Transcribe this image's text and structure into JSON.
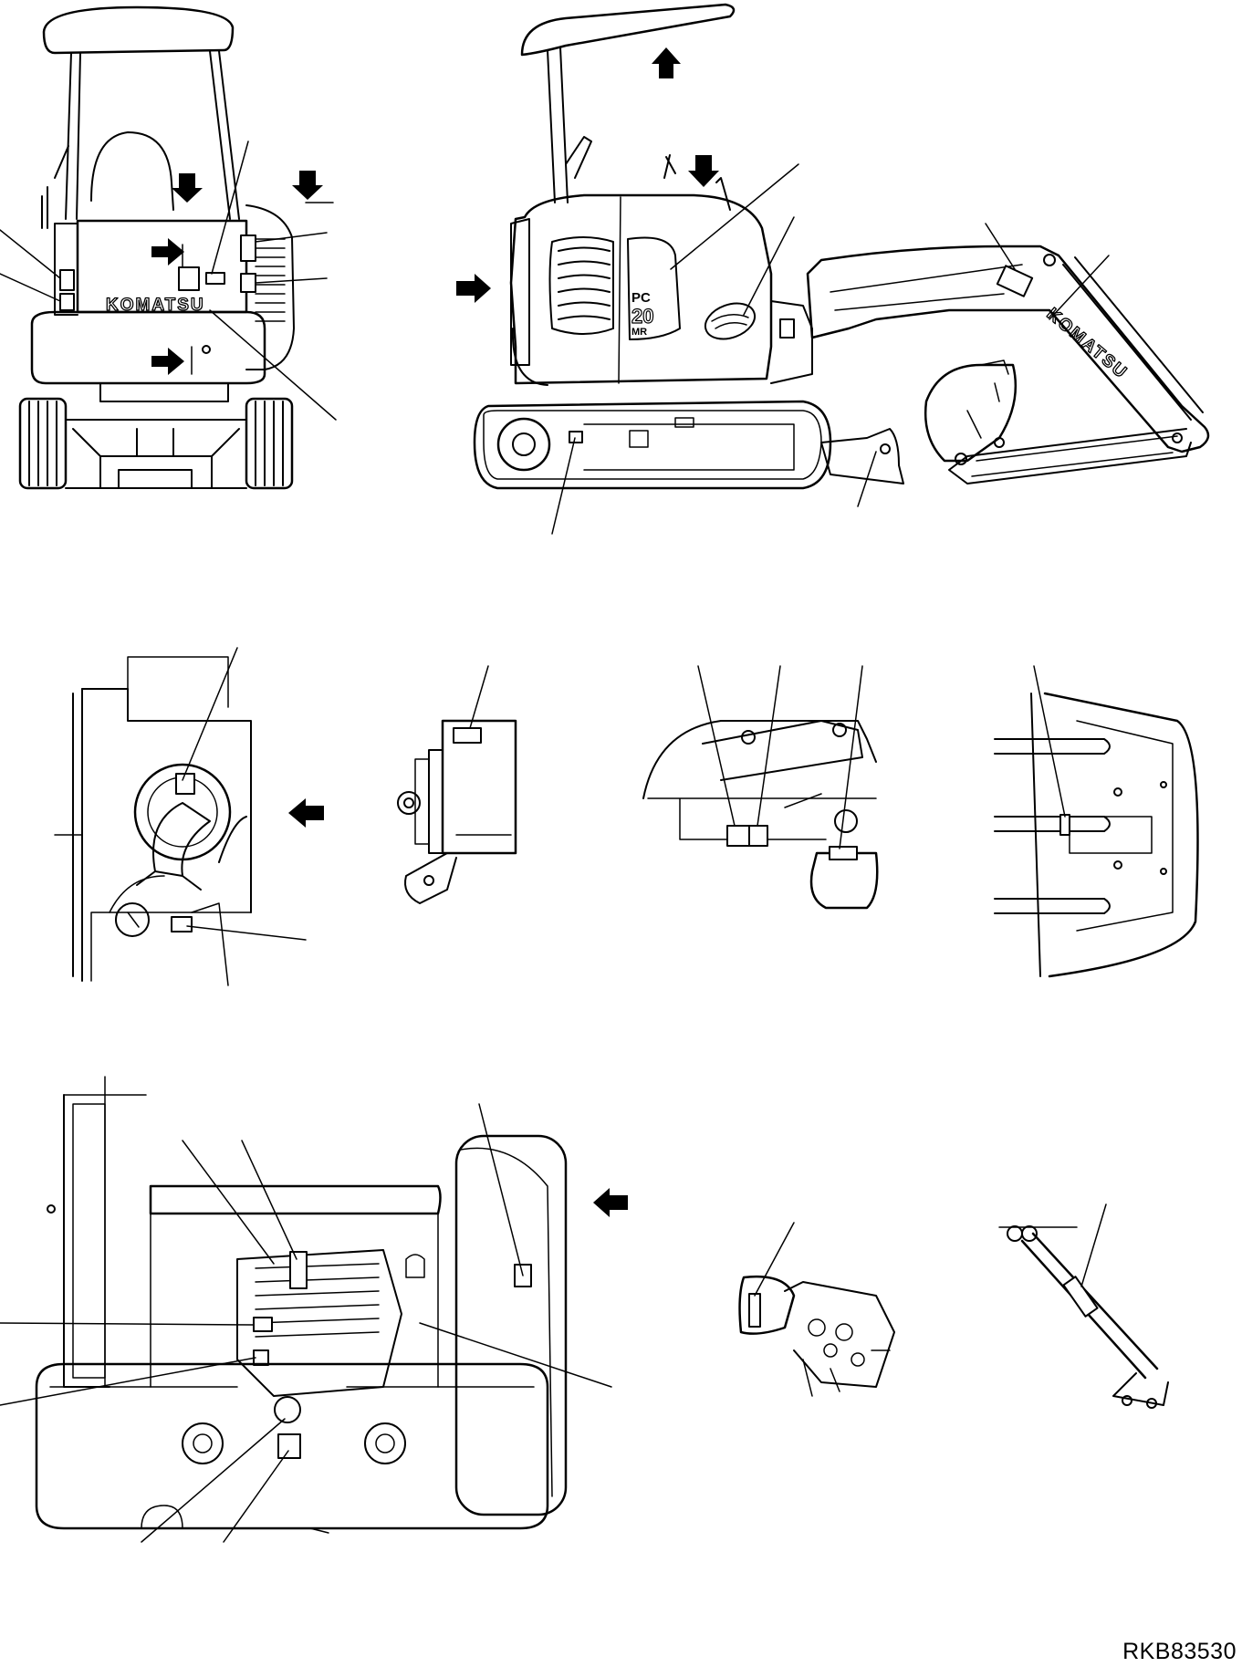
{
  "document": {
    "figure_code": "RKB83530"
  },
  "machine": {
    "brand_rear": "KOMATSU",
    "brand_boom": "KOMATSU",
    "model_line1": "PC",
    "model_line2": "20",
    "model_line3": "MR"
  },
  "colors": {
    "ink": "#000000",
    "paper": "#ffffff",
    "label_fill": "#ffffff"
  }
}
